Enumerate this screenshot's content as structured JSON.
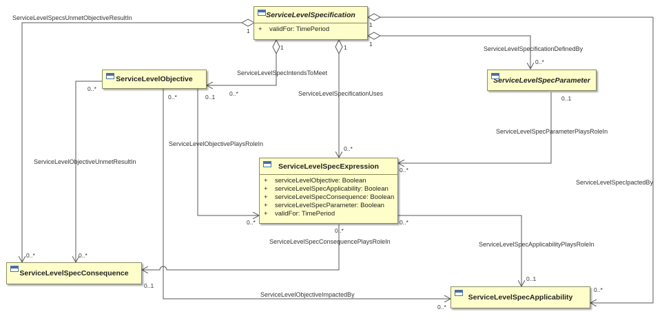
{
  "classes": {
    "spec": {
      "name": "ServiceLevelSpecification",
      "attributes": [
        {
          "vis": "+",
          "text": "validFor: TimePeriod"
        }
      ]
    },
    "objective": {
      "name": "ServiceLevelObjective"
    },
    "parameter": {
      "name": "ServiceLevelSpecParameter"
    },
    "expression": {
      "name": "ServiceLevelSpecExpression",
      "attributes": [
        {
          "vis": "+",
          "text": "serviceLevelObjective: Boolean"
        },
        {
          "vis": "+",
          "text": "serviceLevelSpecApplicability: Boolean"
        },
        {
          "vis": "+",
          "text": "serviceLevelSpecConsequence: Boolean"
        },
        {
          "vis": "+",
          "text": "serviceLevelSpecParameter: Boolean"
        },
        {
          "vis": "+",
          "text": "validFor: TimePeriod"
        }
      ]
    },
    "consequence": {
      "name": "ServiceLevelSpecConsequence"
    },
    "applicability": {
      "name": "ServiceLevelSpecApplicability"
    }
  },
  "associations": {
    "unmet_objective_result": "ServiceLevelSpecsUnmetObjectiveResultIn",
    "intends_to_meet": "ServiceLevelSpecIntendsToMeet",
    "spec_uses": "ServiceLevelSpecificationUses",
    "defined_by": "ServiceLevelSpecificationDefinedBy",
    "objective_plays_role": "ServiceLevelObjectivePlaysRoleIn",
    "objective_unmet_result": "ServiceLevelObjectiveUnmetResultIn",
    "parameter_plays_role": "ServiceLevelSpecParameterPlaysRoleIn",
    "impacted_by": "ServiceLevelSpecIpactedBy",
    "consequence_plays_role": "ServiceLevelSpecConsequencePlaysRoleIn",
    "applicability_plays_role": "ServiceLevelSpecApplicabilityPlaysRoleIn",
    "objective_impacted_by": "ServiceLevelObjectiveImpactedBy"
  },
  "multiplicities": {
    "spec_left": "1",
    "spec_right_top": "1",
    "spec_right": "1",
    "spec_bottom_left": "1",
    "spec_bottom_right": "1",
    "objective_in": "0..*",
    "objective_left": "0..*",
    "objective_bottom_a": "0..*",
    "objective_bottom_b": "0..1",
    "parameter_top": "0..*",
    "parameter_bottom": "0..1",
    "expression_top": "0..*",
    "expression_right_top": "0..*",
    "expression_left": "0..*",
    "expression_bottom": "0..*",
    "expression_right_bottom": "0..*",
    "consequence_top_a": "0..*",
    "consequence_top_b": "0..*",
    "consequence_right": "0..1",
    "applicability_top": "0..1",
    "applicability_left": "0..*",
    "applicability_right": "0..*"
  }
}
